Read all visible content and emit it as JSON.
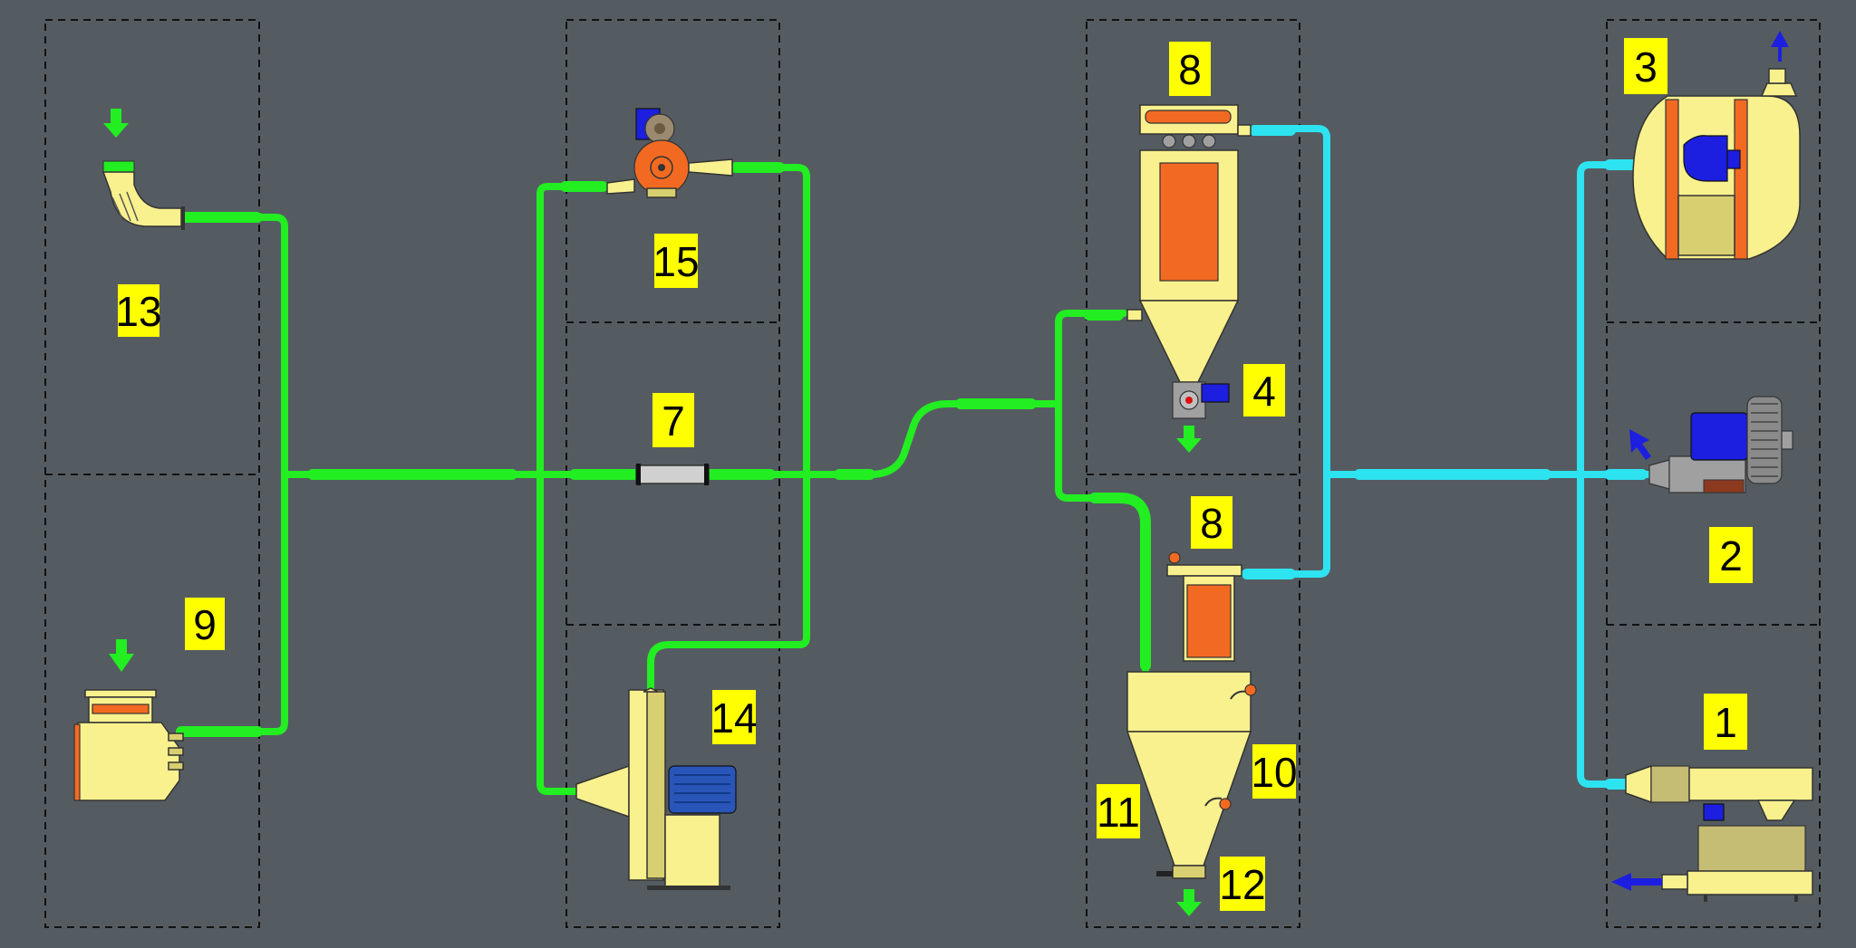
{
  "labels": {
    "blower_1": "1",
    "ring_blower_2": "2",
    "fan_3": "3",
    "rotary_valve_4": "4",
    "sight_glass_7": "7",
    "filter_8_top": "8",
    "filter_8_bottom": "8",
    "intake_9": "9",
    "level_sensor_10": "10",
    "hopper_11": "11",
    "valve_12": "12",
    "intake_13": "13",
    "fan_14": "14",
    "mill_15": "15"
  },
  "colors": {
    "background": "#555c61",
    "product_line": "#22ee22",
    "air_line": "#2ee3f0",
    "equipment": "#f8f18e",
    "accent": "#f26a22",
    "motor": "#1c1ee0",
    "label_bg": "#ffff00"
  }
}
